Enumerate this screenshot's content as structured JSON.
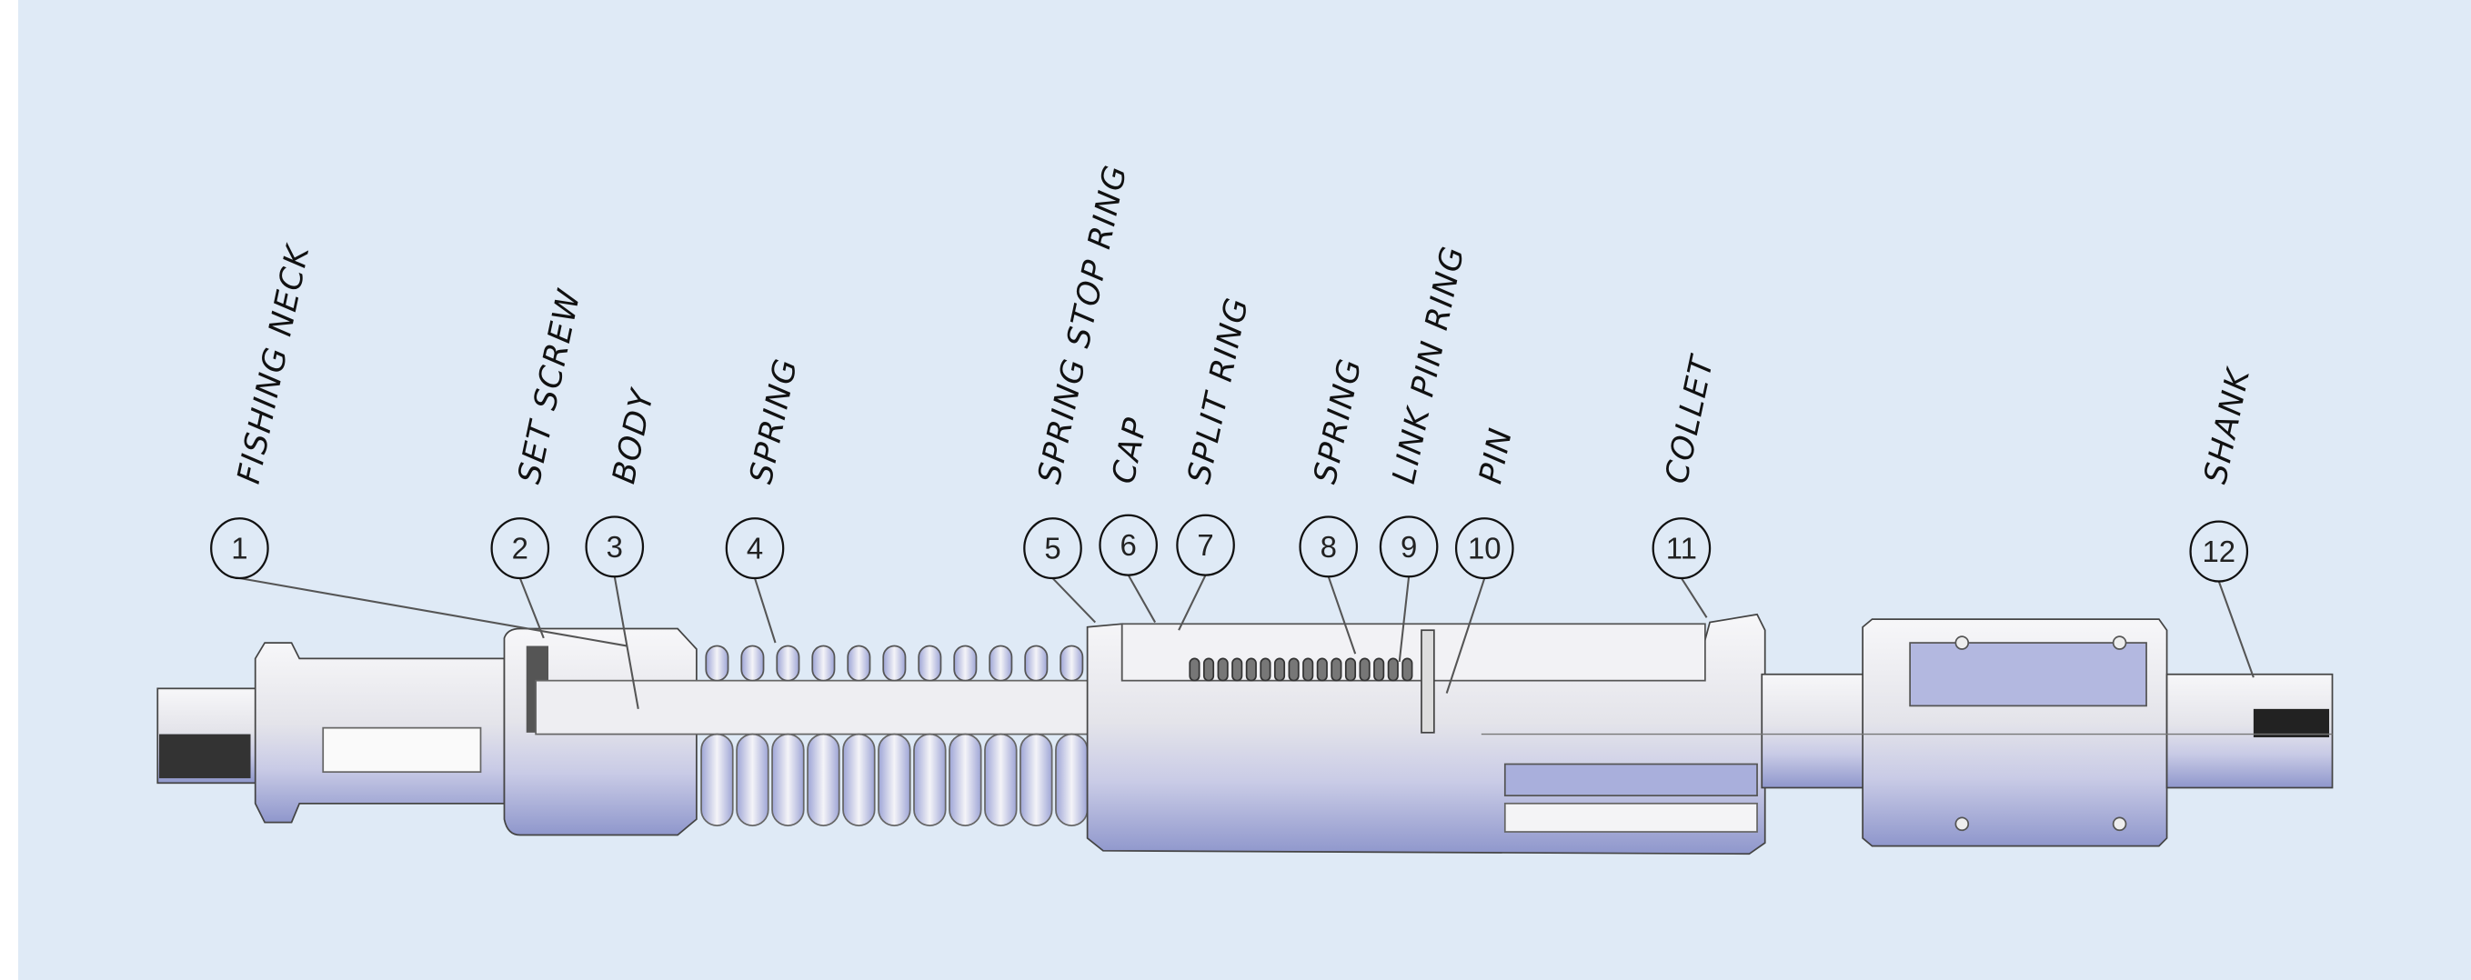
{
  "diagram": {
    "parts": [
      {
        "number": "1",
        "name": "FISHING NECK"
      },
      {
        "number": "2",
        "name": "SET SCREW"
      },
      {
        "number": "3",
        "name": "BODY"
      },
      {
        "number": "4",
        "name": "SPRING"
      },
      {
        "number": "5",
        "name": "SPRING STOP RING"
      },
      {
        "number": "6",
        "name": "CAP"
      },
      {
        "number": "7",
        "name": "SPLIT RING"
      },
      {
        "number": "8",
        "name": "SPRING"
      },
      {
        "number": "9",
        "name": "LINK PIN RING"
      },
      {
        "number": "10",
        "name": "PIN"
      },
      {
        "number": "11",
        "name": "COLLET"
      },
      {
        "number": "12",
        "name": "SHANK"
      }
    ],
    "colors": {
      "background": "#dfeaf6",
      "metal_light": "#f6f6f8",
      "metal_shade": "#9ea5d6"
    }
  }
}
